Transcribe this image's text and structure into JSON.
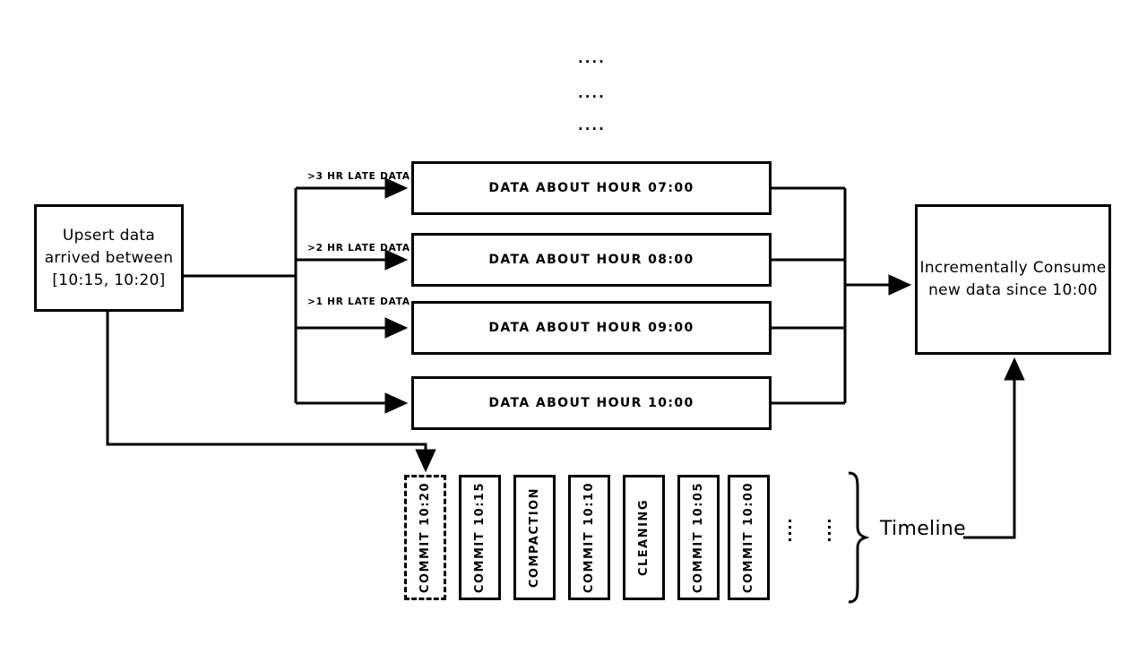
{
  "diagram": {
    "title_present": false,
    "colors": {
      "stroke": "#000000",
      "background": "#ffffff"
    },
    "source_box": {
      "line1": "Upsert data",
      "line2": "arrived between",
      "line3": "[10:15, 10:20]"
    },
    "sink_box": {
      "line1": "Incrementally Consume",
      "line2": "new data since 10:00"
    },
    "top_ellipsis": [
      "....",
      "....",
      "...."
    ],
    "edge_labels": [
      ">3 HR LATE DATA",
      ">2 HR LATE DATA",
      ">1 HR LATE DATA"
    ],
    "hour_boxes": [
      {
        "label": "DATA ABOUT HOUR 07:00"
      },
      {
        "label": "DATA ABOUT HOUR 08:00"
      },
      {
        "label": "DATA ABOUT HOUR 09:00"
      },
      {
        "label": "DATA ABOUT HOUR 10:00"
      }
    ],
    "timeline": {
      "label": "Timeline",
      "entries": [
        {
          "label": "COMMIT 10:20",
          "style": "dashed"
        },
        {
          "label": "COMMIT 10:15",
          "style": "solid"
        },
        {
          "label": "COMPACTION",
          "style": "solid"
        },
        {
          "label": "COMMIT 10:10",
          "style": "solid"
        },
        {
          "label": "CLEANING",
          "style": "solid"
        },
        {
          "label": "COMMIT 10:05",
          "style": "solid"
        },
        {
          "label": "COMMIT 10:00",
          "style": "solid"
        }
      ],
      "continuation_dots": 4
    }
  }
}
